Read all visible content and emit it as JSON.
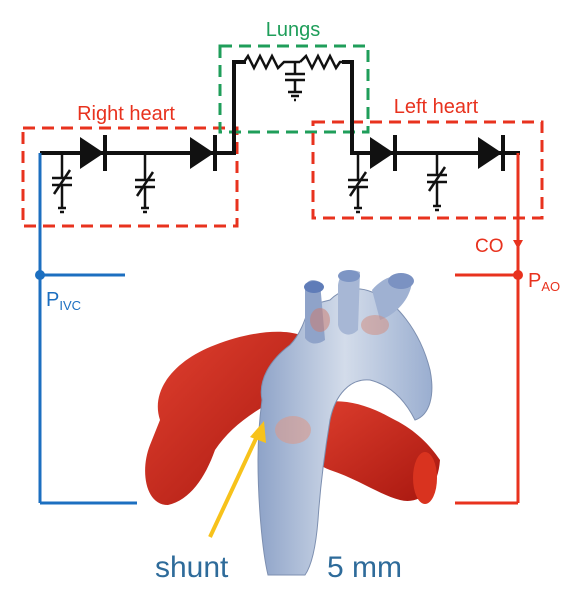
{
  "labels": {
    "lungs": "Lungs",
    "right_heart": "Right heart",
    "left_heart": "Left heart",
    "co": "CO",
    "p_ivc_main": "P",
    "p_ivc_sub": "IVC",
    "p_ao_main": "P",
    "p_ao_sub": "AO",
    "shunt": "shunt",
    "shunt_size": "5 mm"
  },
  "colors": {
    "red": "#e8321e",
    "green": "#1f9e5a",
    "blue": "#1c6fc0",
    "black": "#111111",
    "vessel_red": "#d42a1e",
    "vessel_blue": "#b9c8df",
    "arrow_yellow": "#f7c21b",
    "text_blue": "#2e6b9a"
  },
  "icons": {
    "diode": "diode-symbol",
    "capacitor": "variable-capacitor-symbol",
    "resistor": "resistor-symbol",
    "ground": "ground-symbol"
  }
}
